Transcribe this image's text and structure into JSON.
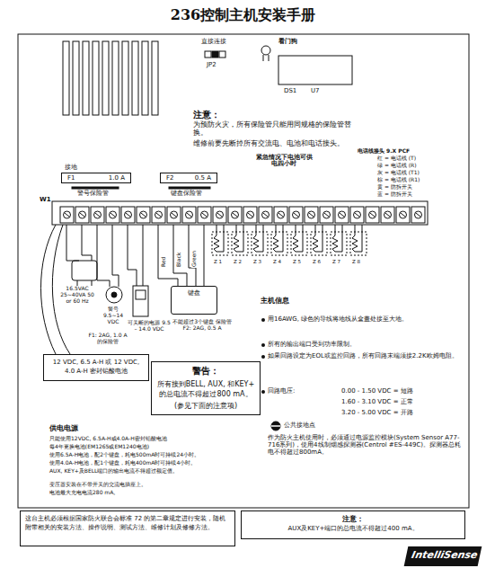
{
  "diagram": {
    "title": "236控制主机安装手册",
    "nodes": [
      {
        "text": [
          "F1",
          "1.0 A"
        ]
      },
      {
        "text": [
          "F2",
          "0.5 A"
        ]
      },
      {
        "text": [
          "键盘"
        ]
      },
      {
        "text": [
          "12 VDC, 6.5 A-H 或 12 VDC, 4.0 A-H 密封铅酸电池"
        ]
      },
      {
        "text": [
          "警告：",
          "所有接到BELL, AUX, 和KEY+ 的总电流不得超过800 mA。",
          "(参见下面的注意项)"
        ]
      },
      {
        "text": [
          "这台主机必须根据国家防火联合会标准 72 的第二章规定进行安装，随机附带相关的安装方法、操作说明、测试方法、维修计划及修修方法。"
        ]
      },
      {
        "text": [
          "注意：",
          "AUX及KEY+端口的总电流不得超过400 mA。"
        ]
      },
      {
        "text": [
          "IntelliSense"
        ]
      }
    ],
    "labels": [
      "直接连接",
      "JP2",
      "看门狗",
      "DS1",
      "U7",
      "注意：",
      "为预防火灾，所有保险管只能用同规格的保险管替换。",
      "维修前要先断掉所有交流电、电池和电话接头。",
      "电话线接头 9.X PCF",
      "红 = 电话线 (T)",
      "绿 = 电话线 (R)",
      "灰 = 电话线 (T1)",
      "棕 = 电话线 (R1)",
      "黄 = 防拆开关",
      "蓝 = 防拆开关",
      "紧急情况下电池可供电四小时",
      "接地",
      "警号保险管",
      "键盘保险管",
      "W1",
      "Z 1",
      "Z 2",
      "Z 3",
      "Z 4",
      "Z 5",
      "Z 6",
      "Z 7",
      "Z 8",
      "Red",
      "Black",
      "Green",
      "16.5VAC 25~40VA 50 or 60 Hz",
      "警号 9.5~14 VDC",
      "F1: 2AG, 1.0 A的保险管",
      "可关断的电源 9.5 – 14.0 VDC",
      "不能超过3个键盘 保险管F2: 2AG, 0.5 A",
      "主机信息",
      "用16AWG, 绿色的导线将地线从盒盖处接至大地。",
      "所有的输出端口受到功率限制。",
      "如果回路设定为EOL或监控回路，所有回路末端须接2.2K欧姆电阻。",
      "回路电压:",
      "0.00 - 1.50 VDC = 短路",
      "1.60 - 3.10 VDC = 正常",
      "3.20 - 5.00 VDC = 开路",
      "公共接地点",
      "作为防火主机使用时，必须通过电源监控模块(System Sensor A77-716系列)，使用4线制烟感探测器(Centrol #ES-449C)。探测器总耗电不得超过800mA。",
      "供电电源",
      "只能使用12VDC, 6.5A-H或4.0A-H密封铅酸电池",
      "每4年更换电池(EM1265或EM1240电池)",
      "使用6.5A-H电池，配2个键盘，耗电500mA时可持续24小时。",
      "使用4.0A-H电池，配1个键盘，耗电400mA时可持续4小时。",
      "AUX, KEY+及BELL端口的输出电流不得超过额定值。",
      "变压器安装在不带开关的交流电插座上。",
      "电池最大充电电流280 mA。"
    ]
  }
}
